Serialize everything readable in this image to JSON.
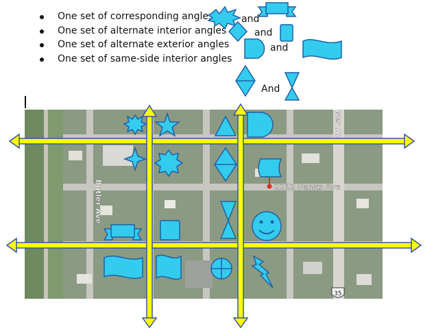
{
  "instructions": {
    "items": [
      {
        "text": "One set of corresponding angles"
      },
      {
        "text": "One set of alternate interior angles"
      },
      {
        "text": "One set of alternate exterior angles"
      },
      {
        "text": "One set of same-side interior angles"
      }
    ],
    "connectors": {
      "and_1": "and",
      "and_2": "and",
      "and_3": "and",
      "and_4": "And"
    }
  },
  "map": {
    "address_label": "2212 Banks Ave",
    "street_left": "Butler Ave",
    "street_right_partial": "wer Ave",
    "route_shield": "35"
  },
  "colors": {
    "shape_fill": "#33ccee",
    "shape_stroke": "#1f5fa8",
    "transversal_fill": "#ffff00",
    "arrow_outline": "#3355aa"
  }
}
